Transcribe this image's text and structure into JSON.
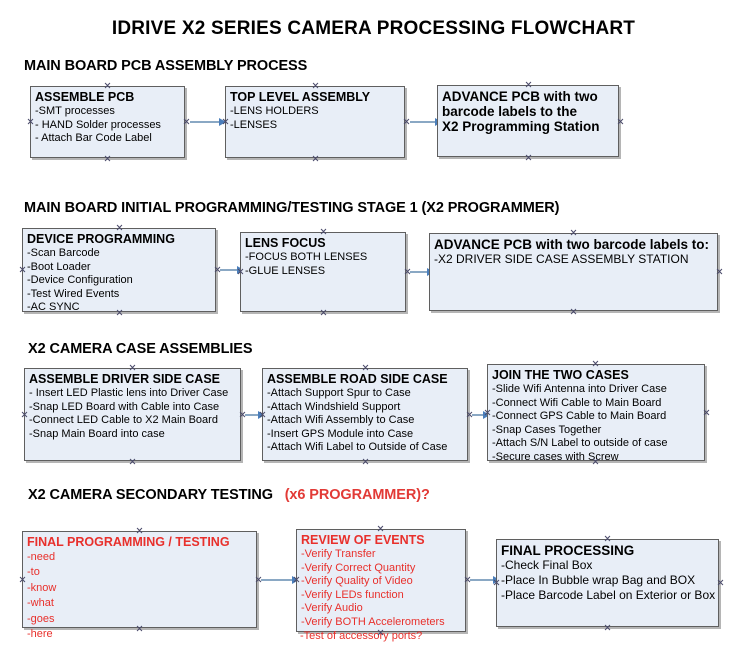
{
  "document": {
    "title": "IDRIVE X2  SERIES CAMERA PROCESSING FLOWCHART"
  },
  "sections": [
    {
      "header": "MAIN BOARD PCB ASSEMBLY PROCESS",
      "header_red": "",
      "nodes": [
        {
          "heading": "ASSEMBLE PCB",
          "lines": [
            " -SMT processes",
            "- HAND Solder processes",
            "- Attach Bar Code Label"
          ]
        },
        {
          "heading": "TOP LEVEL ASSEMBLY",
          "lines": [
            "-LENS HOLDERS",
            "-LENSES"
          ]
        },
        {
          "heading": "ADVANCE PCB with two",
          "lines": [
            "barcode labels to the",
            " X2 Programming Station"
          ]
        }
      ]
    },
    {
      "header": "MAIN BOARD INITIAL PROGRAMMING/TESTING STAGE 1 (X2 PROGRAMMER)",
      "header_red": "",
      "nodes": [
        {
          "heading": "DEVICE PROGRAMMING",
          "lines": [
            "-Scan Barcode",
            "-Boot Loader",
            "-Device Configuration",
            "-Test Wired Events",
            "-AC SYNC"
          ]
        },
        {
          "heading": "LENS FOCUS",
          "lines": [
            "-FOCUS BOTH LENSES",
            "-GLUE LENSES"
          ]
        },
        {
          "heading": "ADVANCE PCB with two barcode labels to:",
          "lines": [
            "-X2 DRIVER  SIDE  CASE  ASSEMBLY STATION"
          ]
        }
      ]
    },
    {
      "header": "X2 CAMERA CASE ASSEMBLIES",
      "header_red": "",
      "nodes": [
        {
          "heading": "ASSEMBLE DRIVER SIDE CASE",
          "lines": [
            "- Insert LED Plastic lens into Driver Case",
            "-Snap LED Board with Cable into Case",
            "-Connect LED Cable to X2 Main Board",
            "-Snap Main Board into case"
          ]
        },
        {
          "heading": "ASSEMBLE ROAD SIDE CASE",
          "lines": [
            "-Attach Support Spur to Case",
            "-Attach Windshield Support",
            "-Attach Wifi Assembly to Case",
            "-Insert GPS Module into Case",
            "-Attach Wifi Label to Outside of Case"
          ]
        },
        {
          "heading": "JOIN THE TWO CASES",
          "lines": [
            "-Slide Wifi Antenna into Driver Case",
            "-Connect Wifi Cable to Main Board",
            "-Connect GPS Cable to Main Board",
            "-Snap Cases Together",
            "-Attach S/N Label to outside of case",
            "-Secure cases with Screw"
          ]
        }
      ]
    },
    {
      "header": "X2 CAMERA SECONDARY TESTING",
      "header_red": "(x6 PROGRAMMER)?",
      "nodes": [
        {
          "heading": "FINAL PROGRAMMING / TESTING",
          "lines": [
            "-need",
            "-to",
            "-know",
            "-what",
            "-goes",
            "-here"
          ]
        },
        {
          "heading": "REVIEW OF EVENTS",
          "lines": [
            "-Verify Transfer",
            "-Verify Correct Quantity",
            "-Verify Quality of Video",
            "-Verify LEDs function",
            "-Verify Audio",
            "-Verify BOTH Accelerometers"
          ],
          "overflow_line": "-Test of accessory ports?"
        },
        {
          "heading": "FINAL PROCESSING",
          "lines": [
            " -Check Final Box",
            "-Place In Bubble wrap Bag and BOX",
            "-Place Barcode Label on Exterior or Box"
          ]
        }
      ]
    }
  ],
  "colors": {
    "node_fill": "#e8eef7",
    "node_border": "#5f5f5f",
    "connector": "#8aa8c4",
    "arrow_head": "#4a7ebb",
    "red_text": "#e8302c"
  }
}
